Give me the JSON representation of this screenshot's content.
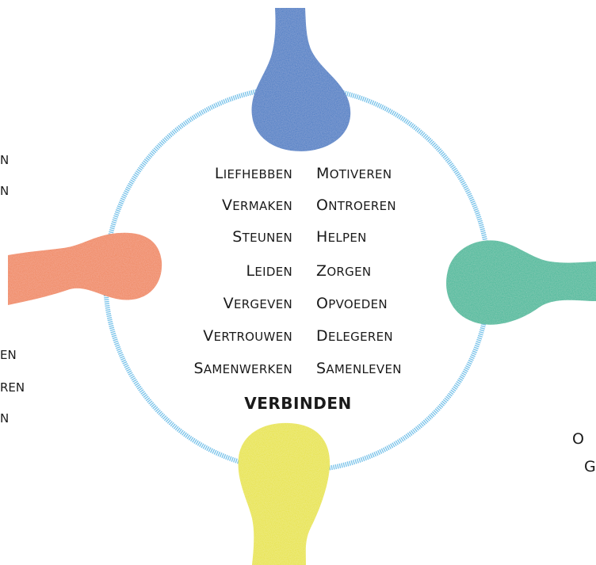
{
  "diagram": {
    "left_column": [
      "Liefhebben",
      "Vermaken",
      "Steunen",
      "Leiden",
      "Vergeven",
      "Vertrouwen",
      "Samenwerken"
    ],
    "right_column": [
      "Motiveren",
      "Ontroeren",
      "Helpen",
      "Zorgen",
      "Opvoeden",
      "Delegeren",
      "Samenleven"
    ],
    "center_label": "VERBINDEN",
    "left_edge_fragments": [
      "N",
      "N",
      "EN",
      "REN",
      "N"
    ],
    "right_edge_fragments": [
      "O",
      "G"
    ],
    "colors": {
      "ring": "#7cc4ea",
      "balloon_top": "#3f79c4",
      "balloon_left": "#f08458",
      "balloon_right": "#3bb898",
      "balloon_bottom": "#e8e43a"
    }
  }
}
